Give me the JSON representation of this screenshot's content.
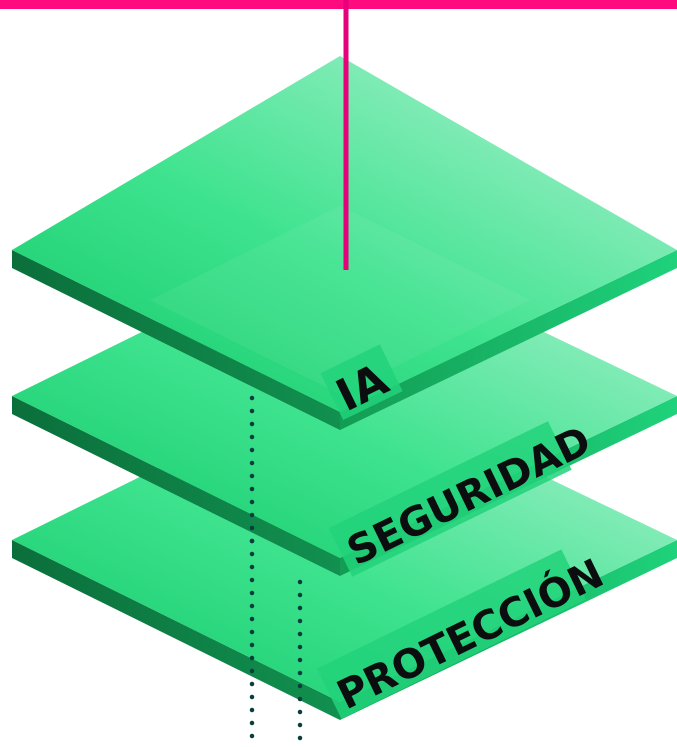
{
  "layers": [
    {
      "label": "IA"
    },
    {
      "label": "SEGURIDAD"
    },
    {
      "label": "PROTECCIÓN"
    }
  ],
  "colors": {
    "top_bar": "#ff0a7f",
    "connector": "#e6007a",
    "plate_light": "#aeefd0",
    "plate_mid": "#3fe38f",
    "plate_dark": "#18c96f",
    "plate_edge": "#0f8a4c",
    "plate_edge_dark": "#0b6f3b",
    "label_bg": "#22d27a",
    "label_text": "#0b0d0e",
    "dots": "#0a3d3c"
  }
}
